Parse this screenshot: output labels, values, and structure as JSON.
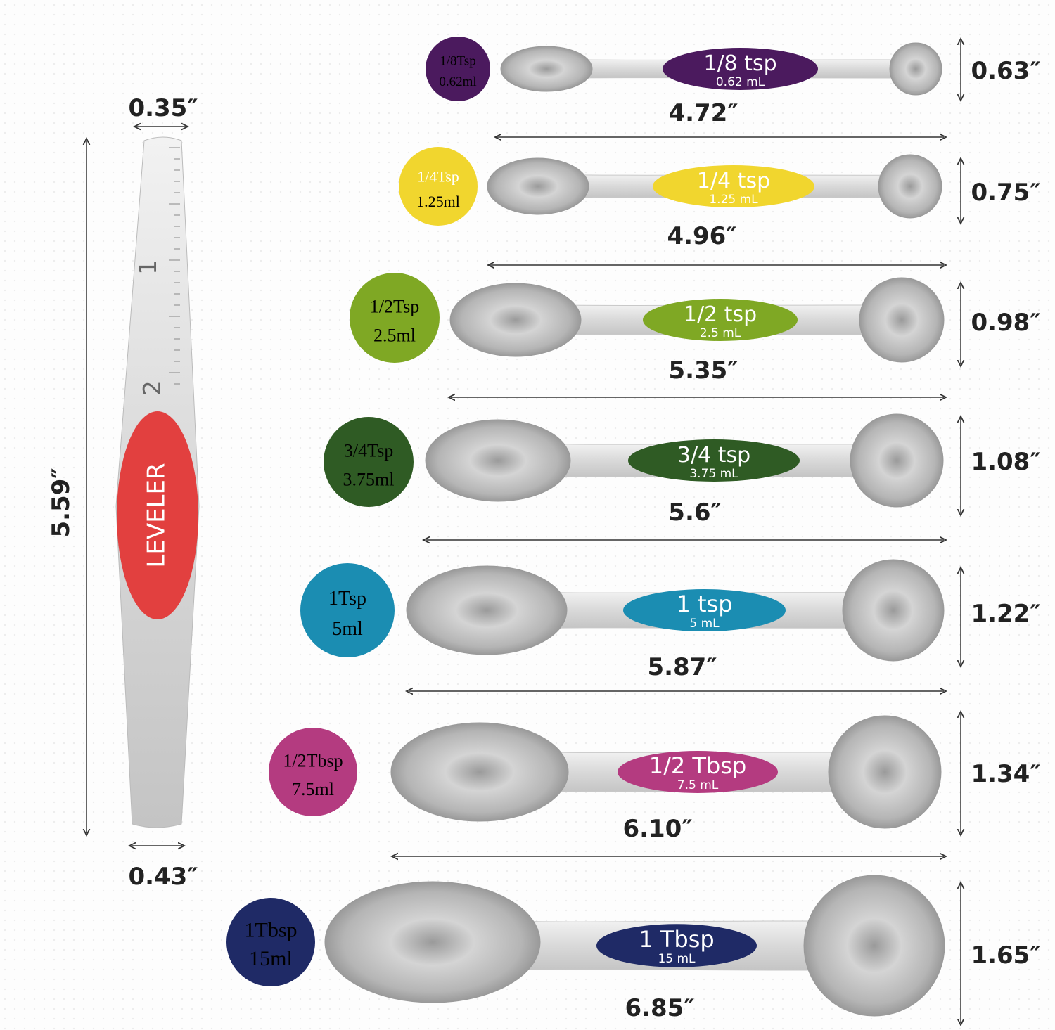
{
  "leveler": {
    "label": "LEVELER",
    "color": "#e2403f",
    "top_width": "0.35″",
    "bottom_width": "0.43″",
    "length": "5.59″",
    "ruler_marks": [
      "1",
      "2"
    ]
  },
  "spoons": [
    {
      "circle_line1": "1/8Tsp",
      "circle_line2": "0.62ml",
      "label_main": "1/8 tsp",
      "label_sub": "0.62 mL",
      "height": "0.63″",
      "length": "4.72″",
      "color": "#4b1a5e"
    },
    {
      "circle_line1": "1/4Tsp",
      "circle_line2": "1.25ml",
      "label_main": "1/4 tsp",
      "label_sub": "1.25 mL",
      "height": "0.75″",
      "length": "4.96″",
      "color": "#f1d62e"
    },
    {
      "circle_line1": "1/2Tsp",
      "circle_line2": "2.5ml",
      "label_main": "1/2 tsp",
      "label_sub": "2.5 mL",
      "height": "0.98″",
      "length": "5.35″",
      "color": "#7fa824"
    },
    {
      "circle_line1": "3/4Tsp",
      "circle_line2": "3.75ml",
      "label_main": "3/4 tsp",
      "label_sub": "3.75 mL",
      "height": "1.08″",
      "length": "5.6″",
      "color": "#2f5b24"
    },
    {
      "circle_line1": "1Tsp",
      "circle_line2": "5ml",
      "label_main": "1 tsp",
      "label_sub": "5 mL",
      "height": "1.22″",
      "length": "5.87″",
      "color": "#1b8db2"
    },
    {
      "circle_line1": "1/2Tbsp",
      "circle_line2": "7.5ml",
      "label_main": "1/2 Tbsp",
      "label_sub": "7.5 mL",
      "height": "1.34″",
      "length": "6.10″",
      "color": "#b43b80"
    },
    {
      "circle_line1": "1Tbsp",
      "circle_line2": "15ml",
      "label_main": "1 Tbsp",
      "label_sub": "15 mL",
      "height": "1.65″",
      "length": "6.85″",
      "color": "#1f2a66"
    }
  ]
}
